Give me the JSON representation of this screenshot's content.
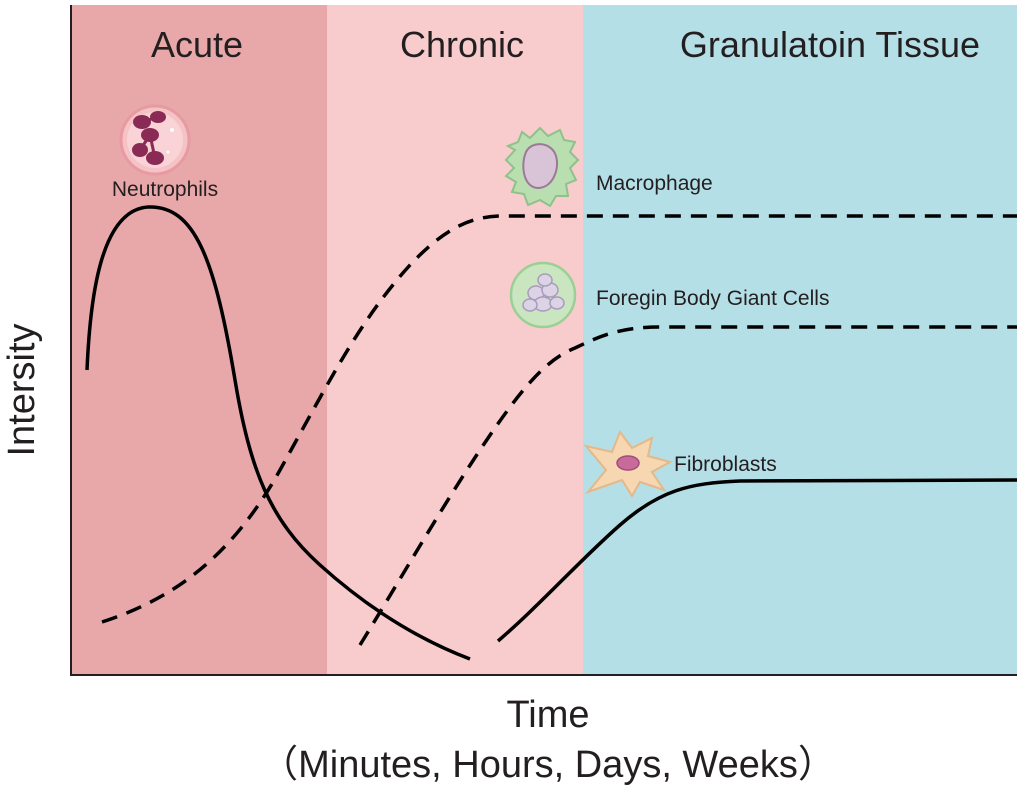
{
  "phases": [
    {
      "id": "acute",
      "label": "Acute",
      "color": "#e8a8aa"
    },
    {
      "id": "chronic",
      "label": "Chronic",
      "color": "#f8cccd"
    },
    {
      "id": "granulation",
      "label": "Granulatoin Tissue",
      "color": "#b5dfe6"
    }
  ],
  "cells": {
    "neutrophils": {
      "label": "Neutrophils",
      "icon": "neutrophil-icon"
    },
    "macrophage": {
      "label": "Macrophage",
      "icon": "macrophage-icon"
    },
    "giant_cells": {
      "label": "Foregin Body Giant Cells",
      "icon": "giant-cell-icon"
    },
    "fibroblasts": {
      "label": "Fibroblasts",
      "icon": "fibroblast-icon"
    }
  },
  "axes": {
    "y_label": "Intersity",
    "x_label": "Time",
    "x_sublabel": "（Minutes, Hours, Days, Weeks）"
  },
  "colors": {
    "curve": "#000000",
    "frame": "#231f20"
  }
}
